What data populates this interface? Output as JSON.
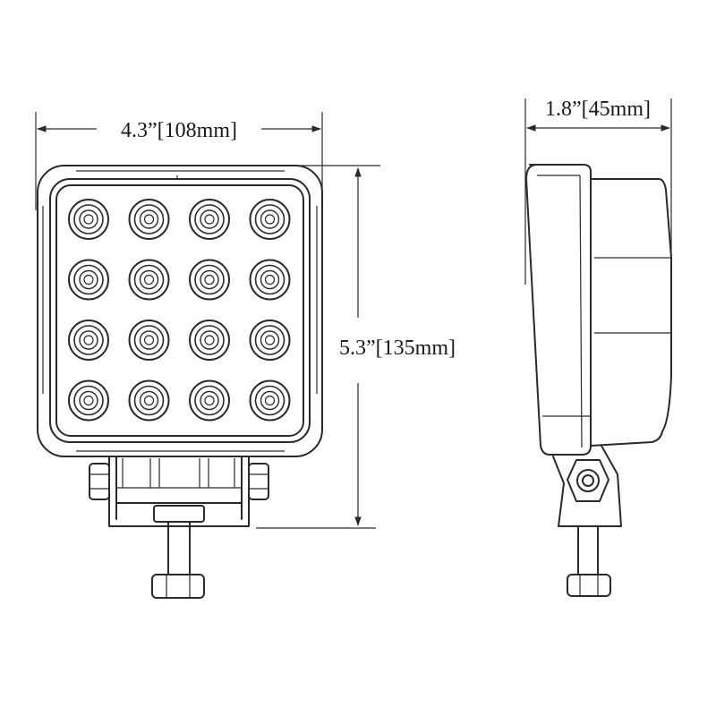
{
  "dimensions": {
    "width_label": "4.3”[108mm]",
    "height_label": "5.3”[135mm]",
    "depth_label": "1.8”[45mm]"
  },
  "front_view": {
    "led_rows": 4,
    "led_cols": 4
  },
  "colors": {
    "line": "#2a2a2a",
    "background": "#ffffff"
  }
}
